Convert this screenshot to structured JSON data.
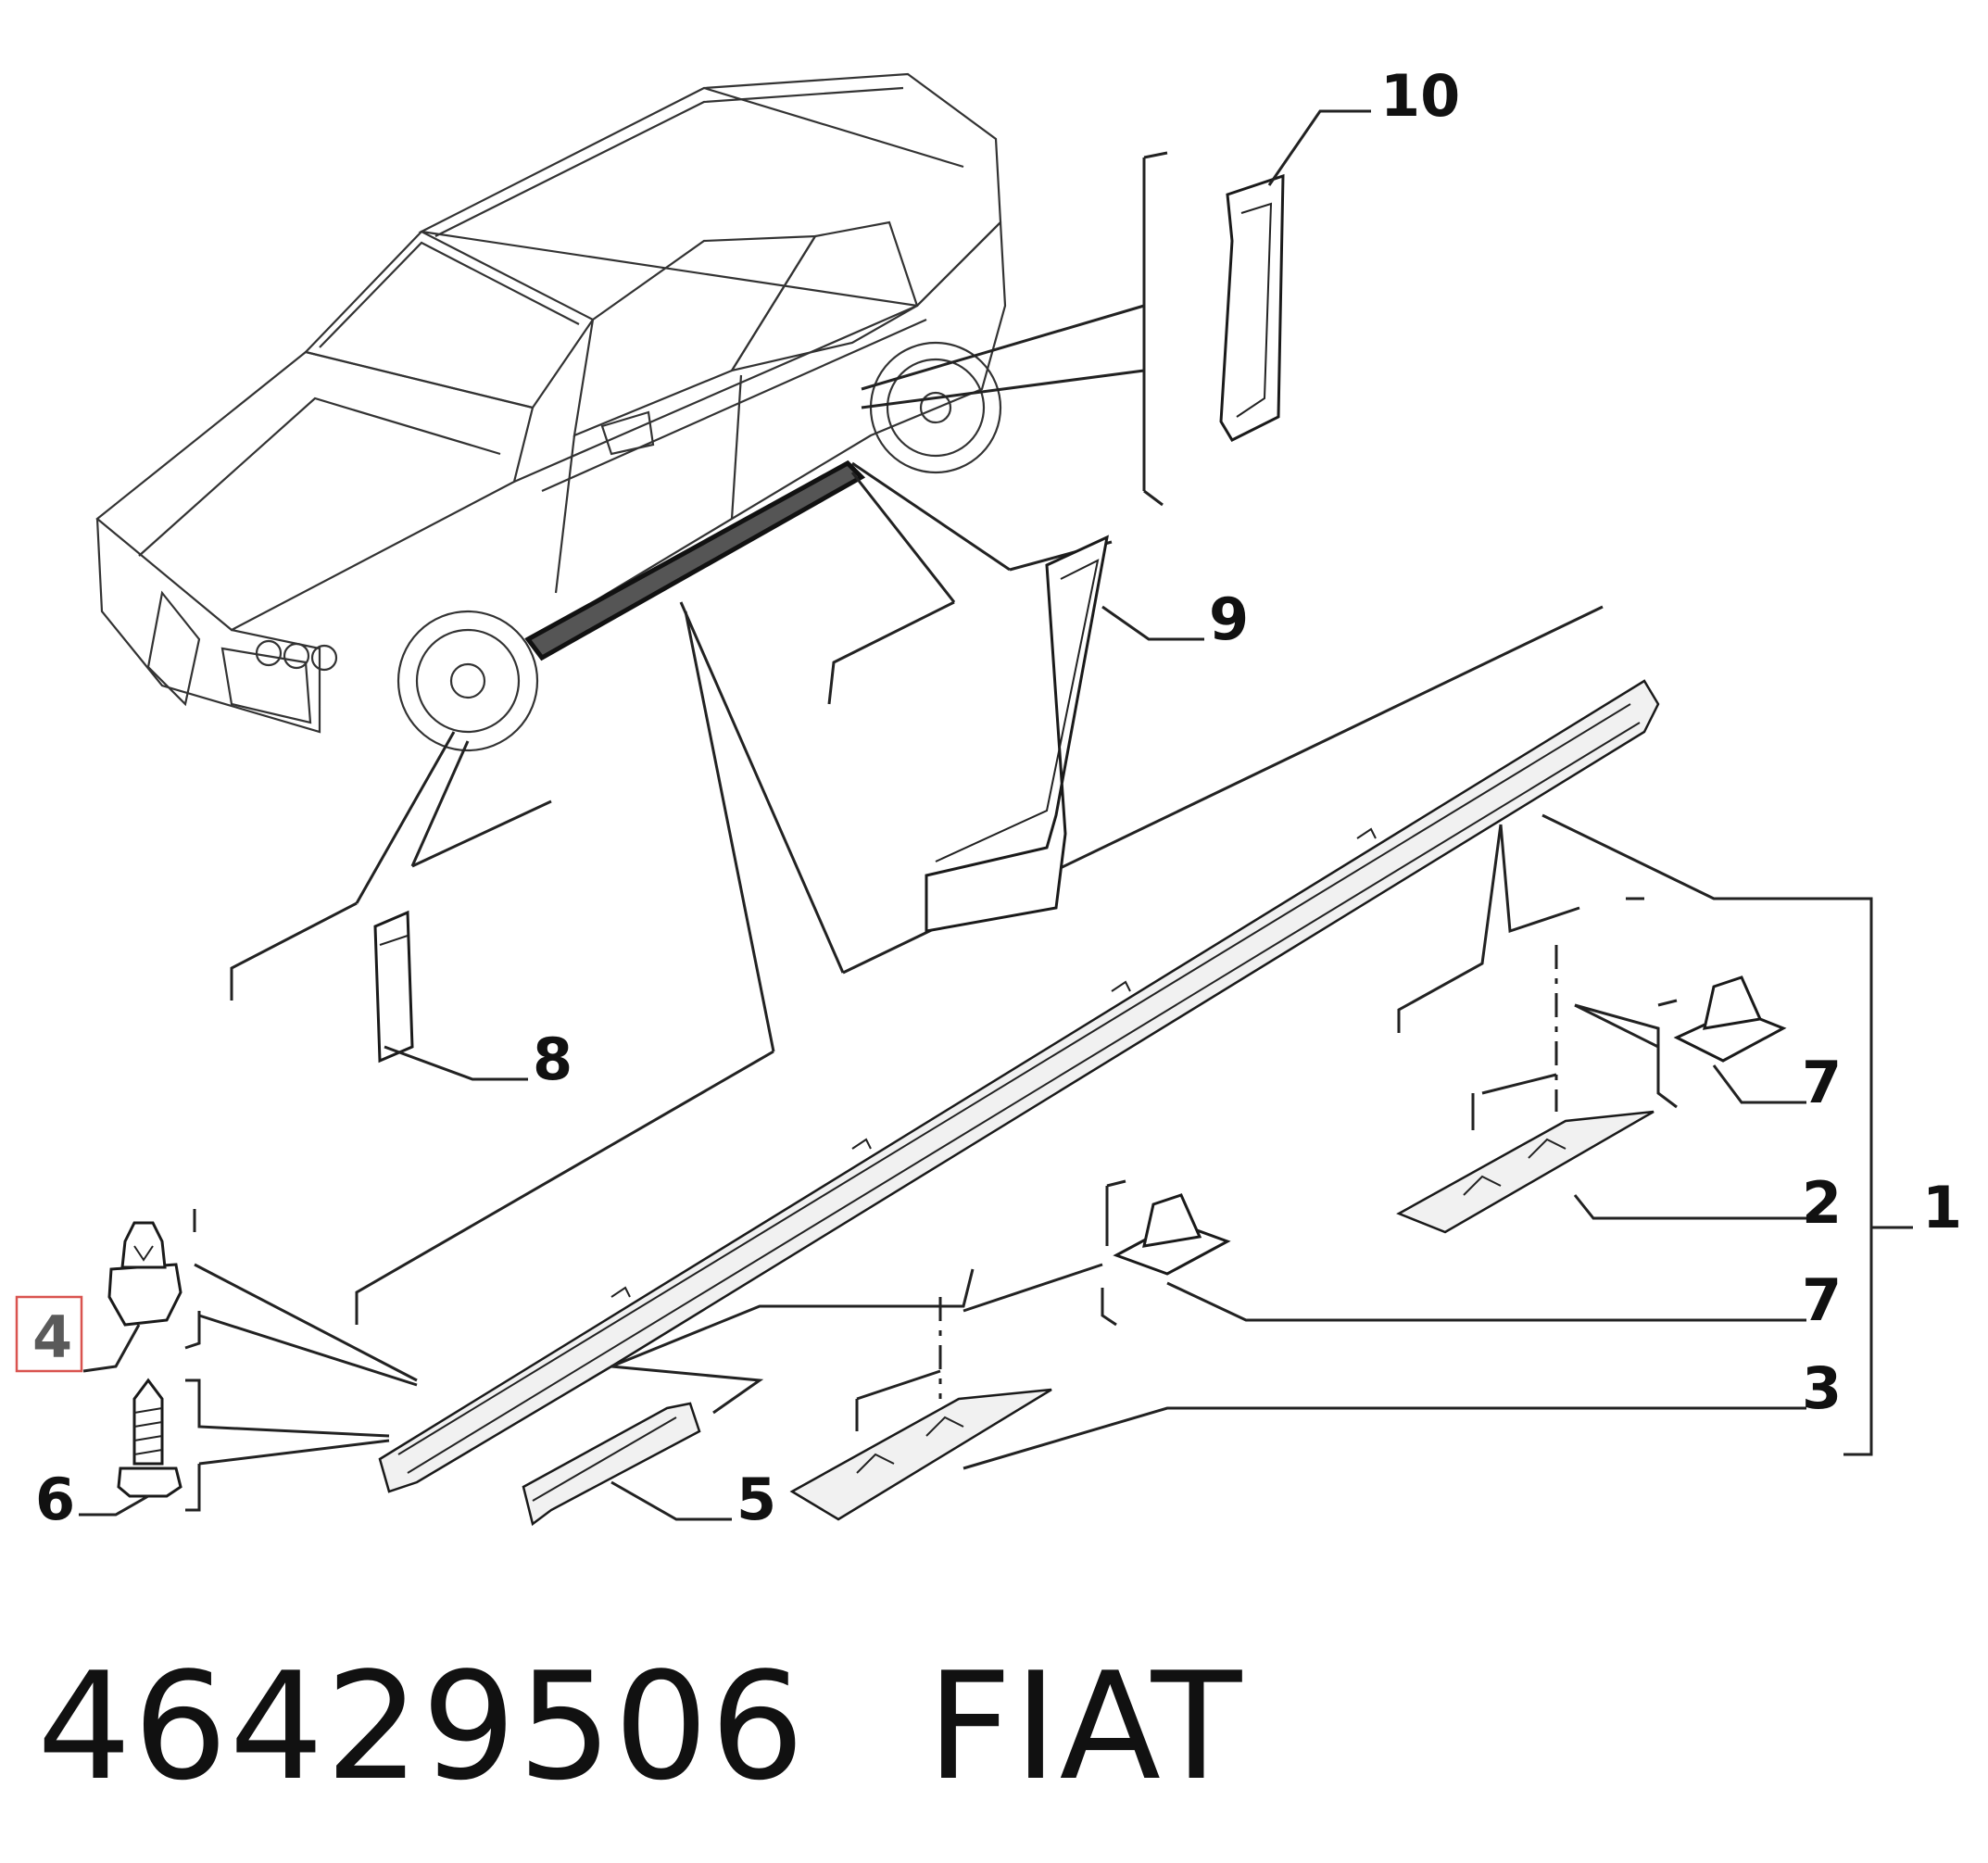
{
  "diagram": {
    "callouts": {
      "c1": "1",
      "c2": "2",
      "c3": "3",
      "c4": "4",
      "c5": "5",
      "c6": "6",
      "c7a": "7",
      "c7b": "7",
      "c8": "8",
      "c9": "9",
      "c10": "10"
    },
    "highlighted_callout": "4",
    "highlight_color": "#d9534f"
  },
  "footer": {
    "part_number": "46429506",
    "brand": "FIAT"
  }
}
